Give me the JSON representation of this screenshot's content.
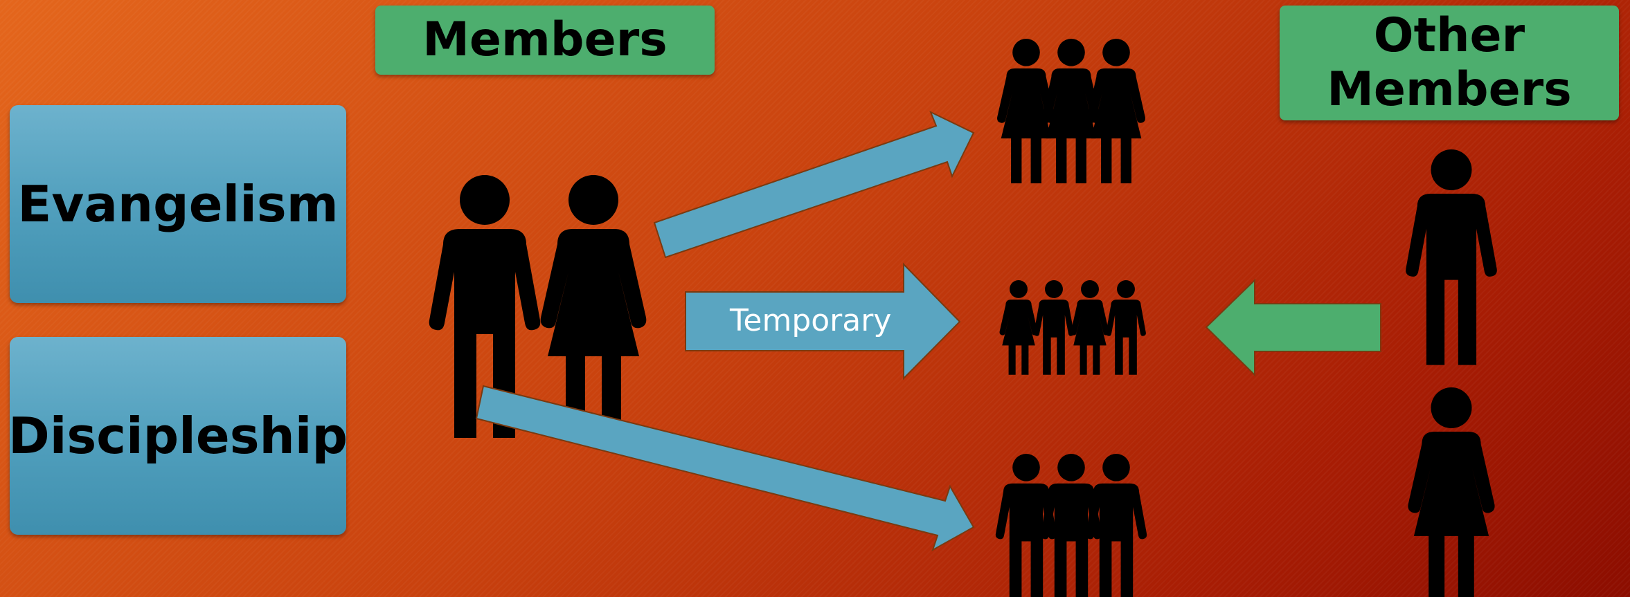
{
  "labels": {
    "evangelism": "Evangelism",
    "discipleship": "Discipleship",
    "members": "Members",
    "other_members": "Other\nMembers",
    "temporary": "Temporary"
  },
  "colors": {
    "blue_box": "#4f9ebc",
    "green_box": "#4dae6e",
    "arrow_blue": "#5aa5c1",
    "arrow_green": "#4dae6e",
    "figure": "#000000"
  },
  "icons": {
    "couple": "man-and-woman-icon",
    "women_group": "group-of-women-icon",
    "children_group": "group-of-children-icon",
    "men_group": "group-of-men-icon",
    "other_man": "man-icon",
    "other_woman": "woman-icon"
  }
}
